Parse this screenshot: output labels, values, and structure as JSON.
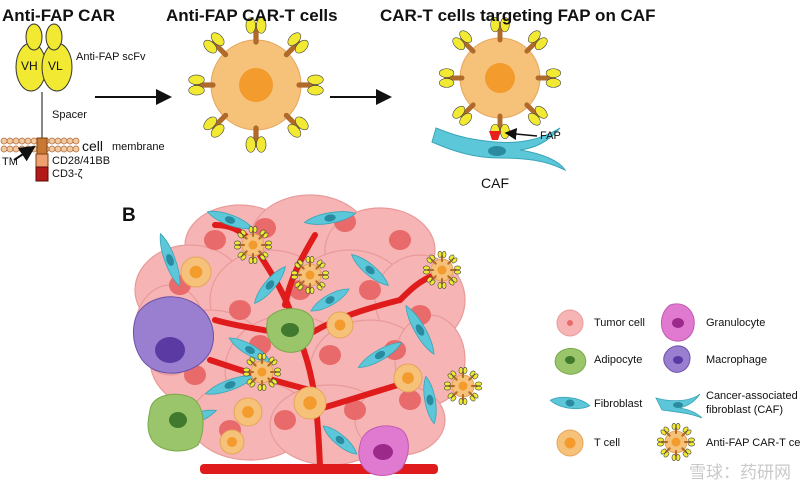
{
  "panel_a": {
    "title_1": "Anti-FAP CAR",
    "title_2": "Anti-FAP CAR-T cells",
    "title_3": "CAR-T cells targeting FAP on CAF",
    "vh": "VH",
    "vl": "VL",
    "scfv": "Anti-FAP scFv",
    "spacer": "Spacer",
    "membrane_big": "cell",
    "membrane_small": "membrane",
    "tm": "TM",
    "costim": "CD28/41BB",
    "cd3": "CD3-ζ",
    "fap": "FAP",
    "caf": "CAF"
  },
  "panel_b": {
    "label": "B",
    "legend": [
      {
        "label": "Tumor cell"
      },
      {
        "label": "Granulocyte"
      },
      {
        "label": "Adipocyte"
      },
      {
        "label": "Macrophage"
      },
      {
        "label": "Fibroblast"
      },
      {
        "label": "Cancer-associated\nfibroblast (CAF)"
      },
      {
        "label": "T cell"
      },
      {
        "label": "Anti-FAP CAR-T cell"
      }
    ]
  },
  "watermark": "雪球：药研网",
  "colors": {
    "tcell_fill": "#f6c27a",
    "tcell_nucleus": "#f39b2d",
    "tumor_fill": "#f7b4b4",
    "tumor_nucleus": "#e86a6a",
    "vessel": "#e01b1b",
    "fibroblast": "#5bc7d9",
    "fibroblast_nucleus": "#2a8aa0",
    "adipocyte": "#9bc56a",
    "adipocyte_nucleus": "#3f7a2e",
    "macrophage": "#9a7fd0",
    "macrophage_nucleus": "#5b3aa3",
    "granulocyte": "#e07ad0",
    "granulocyte_nucleus": "#9b2a8a",
    "scfv": "#f2ea32",
    "receptor_stalk": "#b06a2a",
    "cd3": "#b31b1b",
    "fap": "#e8201c"
  }
}
